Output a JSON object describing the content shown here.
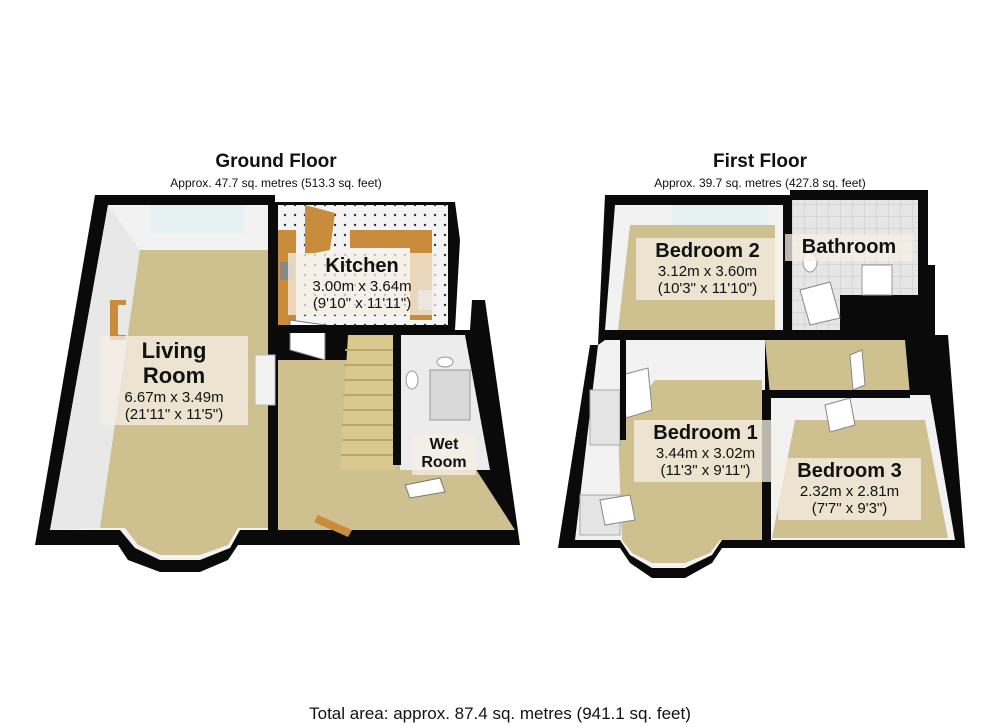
{
  "ground_floor": {
    "title": "Ground Floor",
    "area": "Approx. 47.7 sq. metres (513.3 sq. feet)",
    "rooms": {
      "living": {
        "name_line1": "Living",
        "name_line2": "Room",
        "metric": "6.67m x 3.49m",
        "imperial": "(21'11\" x 11'5\")"
      },
      "kitchen": {
        "name": "Kitchen",
        "metric": "3.00m x 3.64m",
        "imperial": "(9'10\" x 11'11\")"
      },
      "wet_room": {
        "name_line1": "Wet",
        "name_line2": "Room"
      }
    }
  },
  "first_floor": {
    "title": "First Floor",
    "area": "Approx. 39.7 sq. metres (427.8 sq. feet)",
    "rooms": {
      "bedroom2": {
        "name": "Bedroom 2",
        "metric": "3.12m x 3.60m",
        "imperial": "(10'3\" x 11'10\")"
      },
      "bathroom": {
        "name": "Bathroom"
      },
      "bedroom1": {
        "name": "Bedroom 1",
        "metric": "3.44m x 3.02m",
        "imperial": "(11'3\" x 9'11\")"
      },
      "bedroom3": {
        "name": "Bedroom 3",
        "metric": "2.32m x 2.81m",
        "imperial": "(7'7\" x 9'3\")"
      }
    }
  },
  "total_area": "Total area: approx. 87.4 sq. metres (941.1 sq. feet)",
  "colors": {
    "wall": "#0a0a0a",
    "carpet": "#cfc08f",
    "floor_tile": "#dcdcdc",
    "kitchen_floor": "#efefef",
    "stairs": "#d9c98f",
    "wall_inner": "#f2f2f2"
  }
}
